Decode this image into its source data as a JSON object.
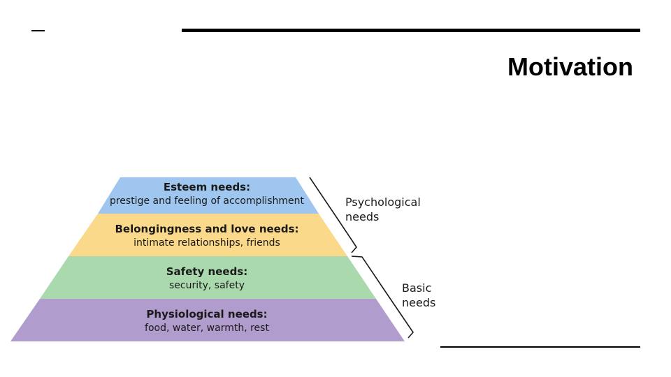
{
  "slide": {
    "title": "Motivation"
  },
  "pyramid": {
    "tiers": [
      {
        "title": "Esteem needs:",
        "description": "prestige and feeling of accomplishment",
        "color": "#9fc6ee"
      },
      {
        "title": "Belongingness and love needs:",
        "description": "intimate relationships, friends",
        "color": "#fbd98a"
      },
      {
        "title": "Safety needs:",
        "description": "security, safety",
        "color": "#a9d9ad"
      },
      {
        "title": "Physiological needs:",
        "description": "food, water, warmth, rest",
        "color": "#b09ccd"
      }
    ],
    "groups": [
      {
        "label_line1": "Psychological",
        "label_line2": "needs"
      },
      {
        "label_line1": "Basic",
        "label_line2": "needs"
      }
    ]
  }
}
